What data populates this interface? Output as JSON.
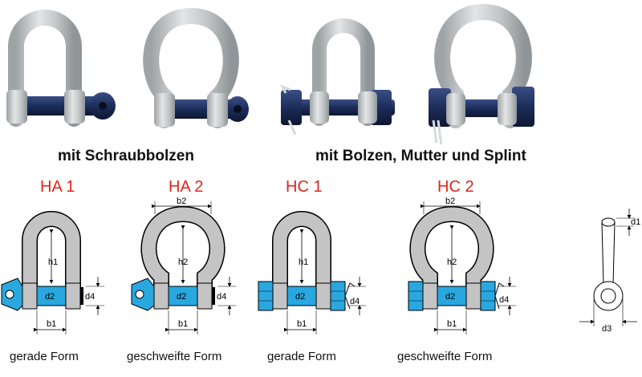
{
  "captions": {
    "bolt_type_screw": "mit Schraubbolzen",
    "bolt_type_nut_pin": "mit Bolzen, Mutter und Splint"
  },
  "shackles": [
    {
      "code": "HA 1",
      "form": "gerade Form",
      "dims": {
        "h": "h1",
        "d_pin": "d2",
        "d_body": "d4",
        "b": "b1"
      }
    },
    {
      "code": "HA 2",
      "form": "geschweifte Form",
      "dims": {
        "top": "b2",
        "h": "h2",
        "d_pin": "d2",
        "d_body": "d4",
        "b": "b1"
      }
    },
    {
      "code": "HC 1",
      "form": "gerade Form",
      "dims": {
        "h": "h1",
        "d_pin": "d2",
        "d_body": "d4",
        "b": "b1"
      }
    },
    {
      "code": "HC 2",
      "form": "geschweifte Form",
      "dims": {
        "top": "b2",
        "h": "h2",
        "d_pin": "d2",
        "d_body": "d4",
        "b": "b1"
      }
    }
  ],
  "pin_detail": {
    "d_top": "d1",
    "d_eye": "d3"
  },
  "colors": {
    "code_red": "#e1261c",
    "galvanized": "#c9cbcc",
    "pin_navy": "#1c2d5a",
    "drawing_grey": "#c4c4c4",
    "drawing_blue": "#29a8e0"
  }
}
